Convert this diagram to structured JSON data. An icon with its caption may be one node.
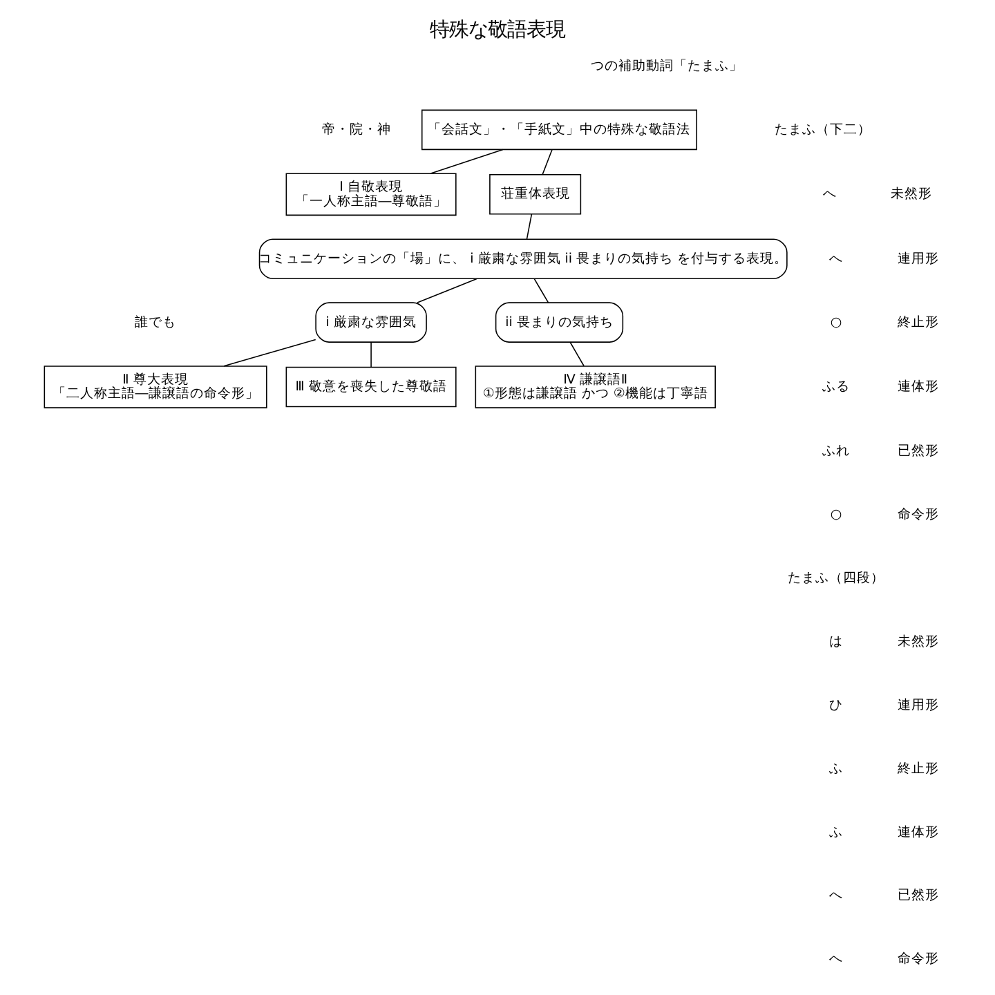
{
  "diagram": {
    "title": "特殊な敬語表現",
    "nodes": [
      {
        "text": [
          "「会話文」・「手紙文」中の特殊な敬語法"
        ]
      },
      {
        "text": [
          "Ⅰ 自敬表現",
          "「一人称主語―尊敬語」"
        ]
      },
      {
        "text": [
          "荘重体表現"
        ]
      },
      {
        "text": [
          "コミュニケーションの「場」に、 i 厳粛な雰囲気 ii 畏まりの気持ち を付与する表現。"
        ]
      },
      {
        "text": [
          "i 厳粛な雰囲気"
        ]
      },
      {
        "text": [
          "ii 畏まりの気持ち"
        ]
      },
      {
        "text": [
          "Ⅱ 尊大表現",
          "「二人称主語―謙譲語の命令形」"
        ]
      },
      {
        "text": [
          "Ⅲ 敬意を喪失した尊敬語"
        ]
      },
      {
        "text": [
          "Ⅳ 謙譲語Ⅱ",
          "①形態は謙譲語 かつ ②機能は丁寧語"
        ]
      }
    ],
    "edges": [
      {
        "from": 0,
        "to": 1,
        "arrow": "none"
      },
      {
        "from": 0,
        "to": 2,
        "arrow": "none"
      },
      {
        "from": 2,
        "to": 3,
        "arrow": "none"
      },
      {
        "from": 3,
        "to": 4,
        "arrow": "none"
      },
      {
        "from": 3,
        "to": 5,
        "arrow": "none"
      },
      {
        "from": 4,
        "to": 6,
        "arrow": "none"
      },
      {
        "from": 4,
        "to": 7,
        "arrow": "none"
      },
      {
        "from": 5,
        "to": 8,
        "arrow": "none"
      }
    ],
    "labels": [
      "つの補助動詞「たまふ」",
      "たまふ（下二）",
      "へ",
      "未然形",
      "へ",
      "連用形",
      "○",
      "終止形",
      "ふる",
      "連体形",
      "ふれ",
      "已然形",
      "○",
      "命令形",
      "たまふ（四段）",
      "は",
      "未然形",
      "ひ",
      "連用形",
      "ふ",
      "終止形",
      "ふ",
      "連体形",
      "へ",
      "已然形",
      "へ",
      "命令形",
      "誰でも",
      "帝・院・神"
    ]
  }
}
